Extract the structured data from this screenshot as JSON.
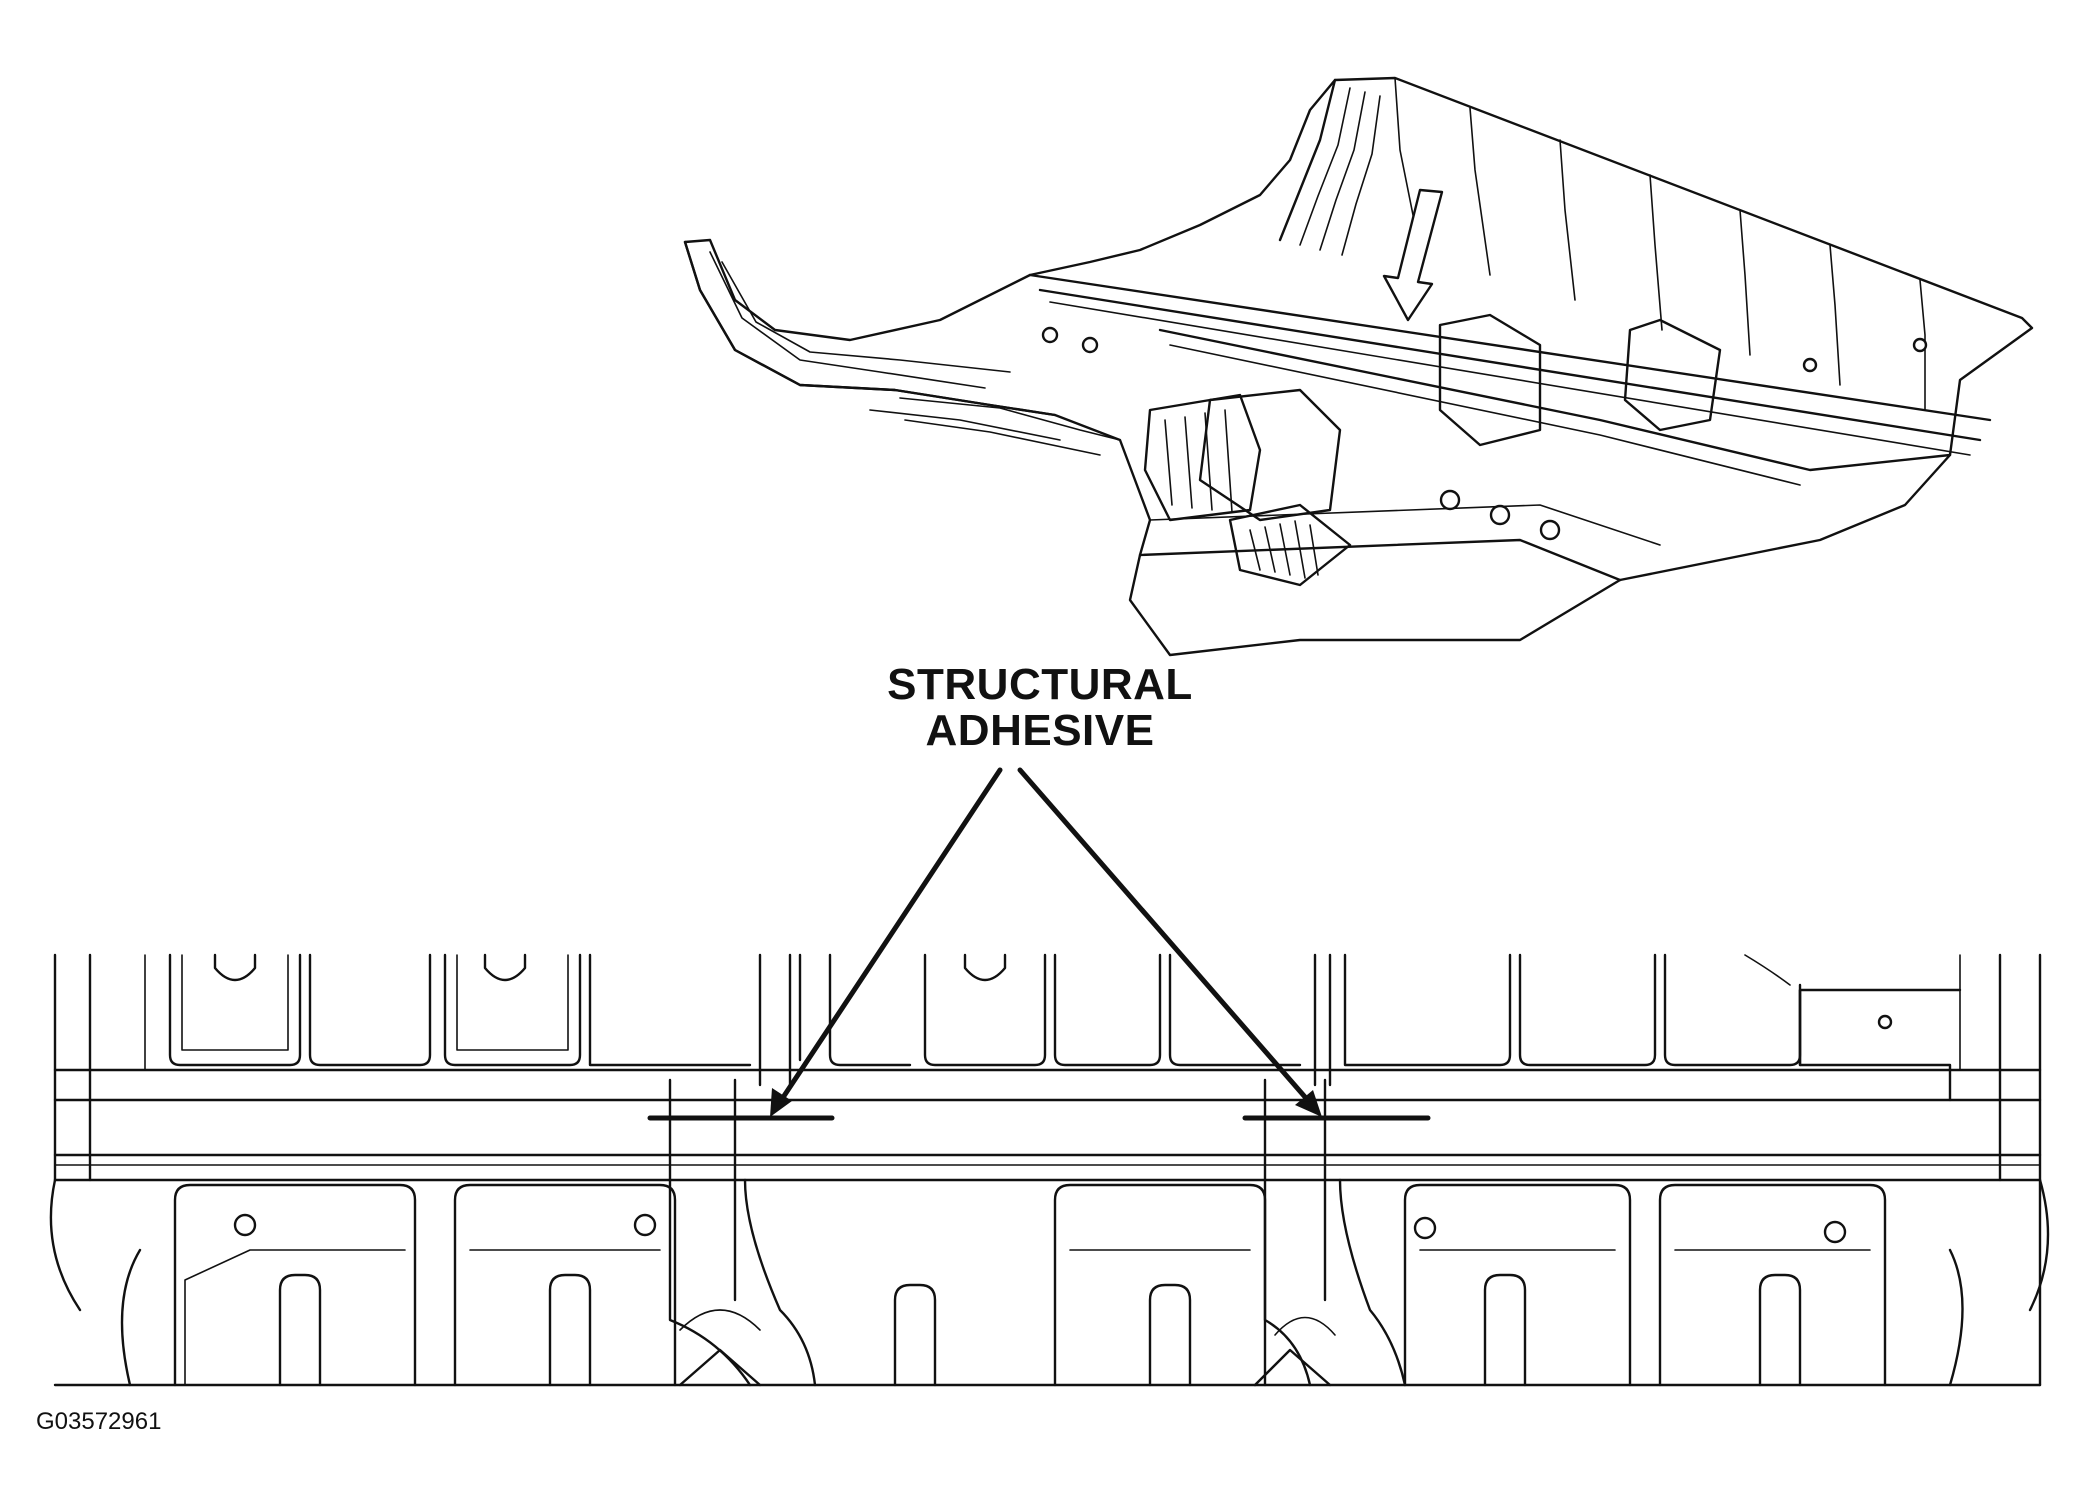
{
  "callout": {
    "line1": "STRUCTURAL",
    "line2": "ADHESIVE"
  },
  "figure_code": "G03572961",
  "colors": {
    "ink": "#111111",
    "paper": "#ffffff"
  }
}
